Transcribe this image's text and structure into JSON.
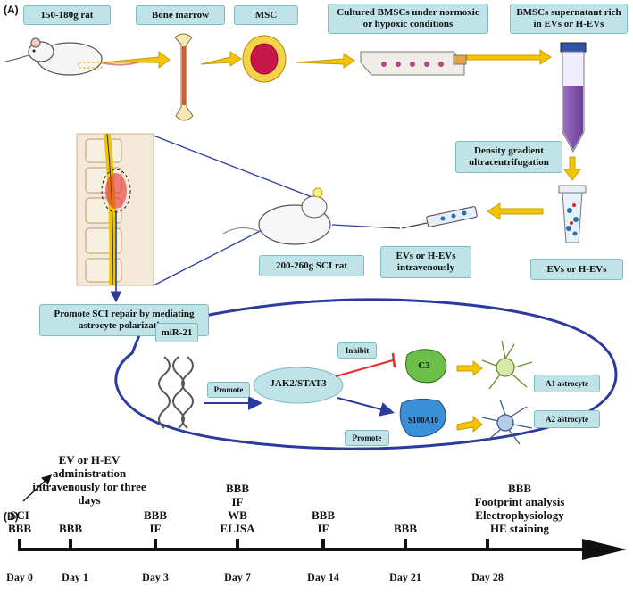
{
  "panel_a": {
    "label": "(A)",
    "boxes": {
      "rat": "150-180g rat",
      "bone_marrow": "Bone marrow",
      "msc": "MSC",
      "cultured": "Cultured BMSCs under normoxic or hypoxic conditions",
      "supernatant": "BMSCs supernatant rich in EVs or H-EVs",
      "density": "Density gradient ultracentrifugation",
      "evs": "EVs or H-EVs",
      "ev_iv": "EVs or H-EVs intravenously",
      "sci_rat": "200-260g SCI rat",
      "promote": "Promote SCI repair by mediating astrocyte polarization"
    },
    "mechanism": {
      "mir": "miR-21",
      "promote1": "Promote",
      "jak": "JAK2/STAT3",
      "inhibit": "Inhibit",
      "promote2": "Promote",
      "c3": "C3",
      "s100": "S100A10",
      "a1": "A1 astrocyte",
      "a2": "A2 astrocyte"
    }
  },
  "panel_b": {
    "label": "(B)",
    "admin_note": "EV or H-EV administration intravenously for three days",
    "timepoints": [
      {
        "day": "Day 0",
        "assays": "SCI\nBBB"
      },
      {
        "day": "Day 1",
        "assays": "BBB"
      },
      {
        "day": "Day 3",
        "assays": "BBB\nIF"
      },
      {
        "day": "Day 7",
        "assays": "BBB\nIF\nWB\nELISA"
      },
      {
        "day": "Day 14",
        "assays": "BBB\nIF"
      },
      {
        "day": "Day 21",
        "assays": "BBB"
      },
      {
        "day": "Day 28",
        "assays": "BBB\nFootprint analysis\nElectrophysiology\nHE staining"
      }
    ]
  },
  "colors": {
    "box_fill": "#bfe3e6",
    "arrow_yellow": "#f5c400",
    "arrow_blue": "#2b3a9e",
    "inhibit_red": "#e03030",
    "c3_green": "#6cc04a",
    "s100_blue": "#3b8fd6"
  }
}
